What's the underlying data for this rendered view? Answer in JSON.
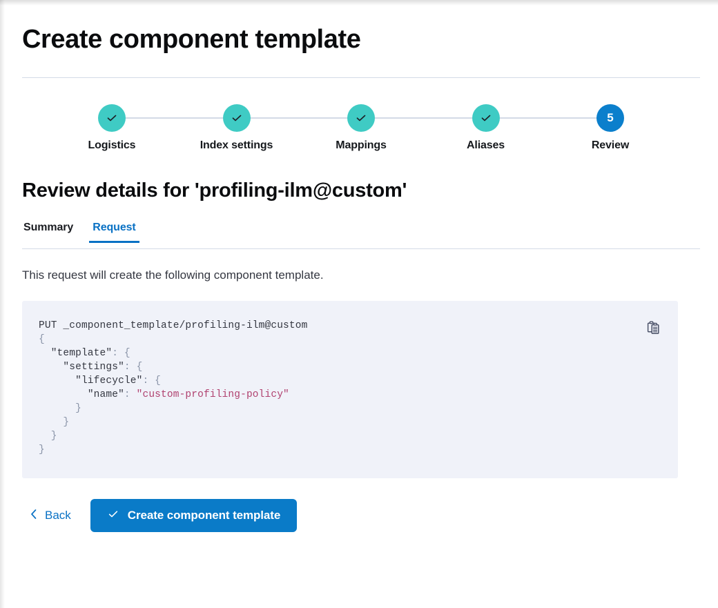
{
  "page": {
    "title": "Create component template"
  },
  "stepper": {
    "steps": [
      {
        "label": "Logistics",
        "state": "complete",
        "icon": "check-icon",
        "number": "1"
      },
      {
        "label": "Index settings",
        "state": "complete",
        "icon": "check-icon",
        "number": "2"
      },
      {
        "label": "Mappings",
        "state": "complete",
        "icon": "check-icon",
        "number": "3"
      },
      {
        "label": "Aliases",
        "state": "complete",
        "icon": "check-icon",
        "number": "4"
      },
      {
        "label": "Review",
        "state": "current",
        "icon": "",
        "number": "5"
      }
    ],
    "complete_color": "#3fcbc4",
    "current_color": "#0b7fcc",
    "connector_color": "#d3dae6"
  },
  "review": {
    "heading": "Review details for 'profiling-ilm@custom'",
    "tabs": [
      {
        "label": "Summary",
        "active": false
      },
      {
        "label": "Request",
        "active": true
      }
    ],
    "description": "This request will create the following component template.",
    "accent_color": "#0971c4"
  },
  "code_block": {
    "copy_icon": "copy-clipboard-icon",
    "background": "#f0f2f9",
    "string_color": "#b0416f",
    "lines": [
      "PUT _component_template/profiling-ilm@custom",
      "{",
      "  \"template\": {",
      "    \"settings\": {",
      "      \"lifecycle\": {",
      "        \"name\": \"custom-profiling-policy\"",
      "      }",
      "    }",
      "  }",
      "}"
    ],
    "method": "PUT",
    "path": "_component_template/profiling-ilm@custom",
    "body": {
      "template": {
        "settings": {
          "lifecycle": {
            "name": "custom-profiling-policy"
          }
        }
      }
    }
  },
  "footer": {
    "back_label": "Back",
    "back_icon": "chevron-left-icon",
    "submit_label": "Create component template",
    "submit_icon": "check-icon",
    "submit_color": "#0a7bc8"
  }
}
